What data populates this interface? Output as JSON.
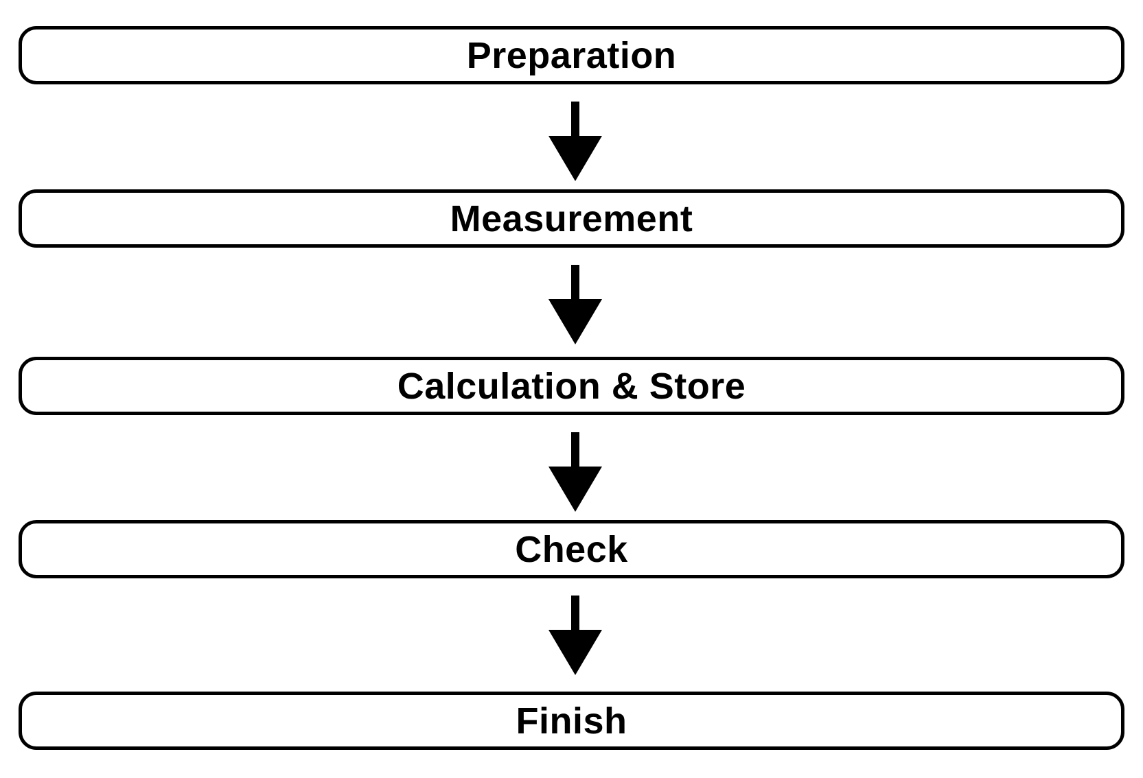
{
  "diagram": {
    "type": "vertical-flowchart",
    "stroke_color": "#000000",
    "background_color": "#ffffff",
    "steps": [
      {
        "label": "Preparation"
      },
      {
        "label": "Measurement"
      },
      {
        "label": "Calculation & Store"
      },
      {
        "label": "Check"
      },
      {
        "label": "Finish"
      }
    ],
    "connectors": [
      {
        "from": "Preparation",
        "to": "Measurement",
        "icon": "arrow-down-icon"
      },
      {
        "from": "Measurement",
        "to": "Calculation & Store",
        "icon": "arrow-down-icon"
      },
      {
        "from": "Calculation & Store",
        "to": "Check",
        "icon": "arrow-down-icon"
      },
      {
        "from": "Check",
        "to": "Finish",
        "icon": "arrow-down-icon"
      }
    ]
  }
}
